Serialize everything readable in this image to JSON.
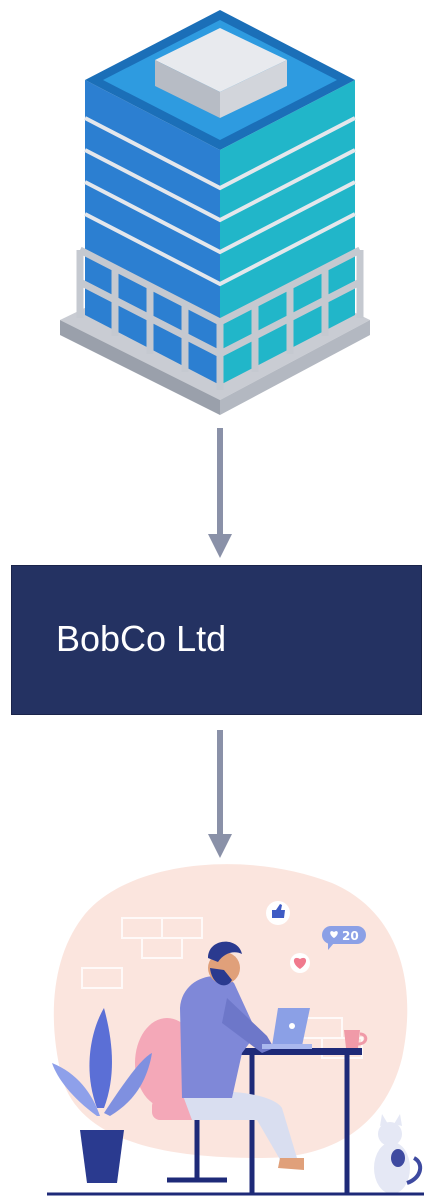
{
  "diagram": {
    "company_label": "BobCo Ltd",
    "like_badge_count": "20",
    "colors": {
      "box_fill": "#243262",
      "box_text": "#ffffff",
      "arrow": "#8a91a8",
      "building_blue": "#2c7fd1",
      "building_teal": "#21b6c9",
      "blob": "#fbe5de"
    },
    "icons": [
      "office-building-icon",
      "arrow-down-icon",
      "person-at-laptop-illustration",
      "thumbs-up-icon",
      "heart-icon",
      "cat-icon",
      "plant-icon"
    ]
  }
}
